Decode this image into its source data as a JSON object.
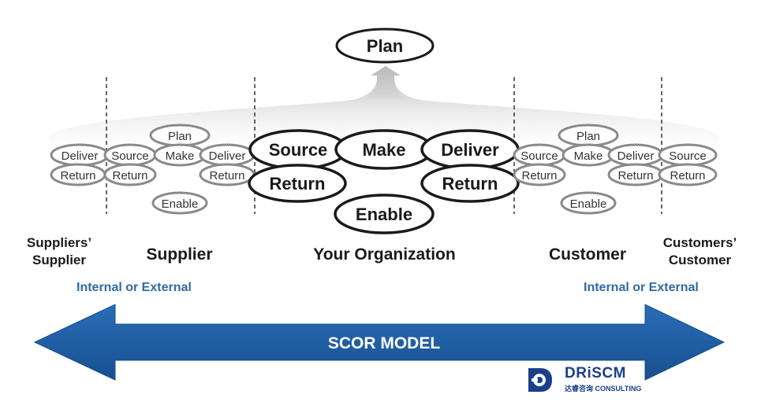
{
  "top_process": "Plan",
  "left_labels": {
    "deliver": "Deliver",
    "return": "Return"
  },
  "supplier_processes": {
    "plan": "Plan",
    "source": "Source",
    "make": "Make",
    "deliver": "Deliver",
    "return_left": "Return",
    "return_right": "Return",
    "enable": "Enable"
  },
  "organization_processes": {
    "source": "Source",
    "make": "Make",
    "deliver": "Deliver",
    "return_left": "Return",
    "return_right": "Return",
    "enable": "Enable"
  },
  "customer_processes": {
    "plan": "Plan",
    "source": "Source",
    "make": "Make",
    "deliver": "Deliver",
    "return_left": "Return",
    "return_right": "Return",
    "enable": "Enable"
  },
  "right_labels": {
    "source": "Source",
    "return": "Return"
  },
  "sections": {
    "suppliers_supplier": "Suppliers’\nSupplier",
    "supplier": "Supplier",
    "your_organization": "Your Organization",
    "customer": "Customer",
    "customers_customer": "Customers’\nCustomer"
  },
  "internal_external_left": "Internal or External",
  "internal_external_right": "Internal or External",
  "arrow_label": "SCOR MODEL",
  "logo": {
    "name": "DRiSCM",
    "subtitle": "达睿咨询 CONSULTING"
  },
  "colors": {
    "arrow_fill": "#1f5ea8",
    "arrow_text": "#ffffff",
    "small_oval_stroke": "#8a8a8a",
    "big_oval_stroke": "#1a1a1a",
    "dashed_line": "#333333",
    "internal_external_text": "#2f6aa6",
    "logo_blue": "#1c3f8c"
  }
}
